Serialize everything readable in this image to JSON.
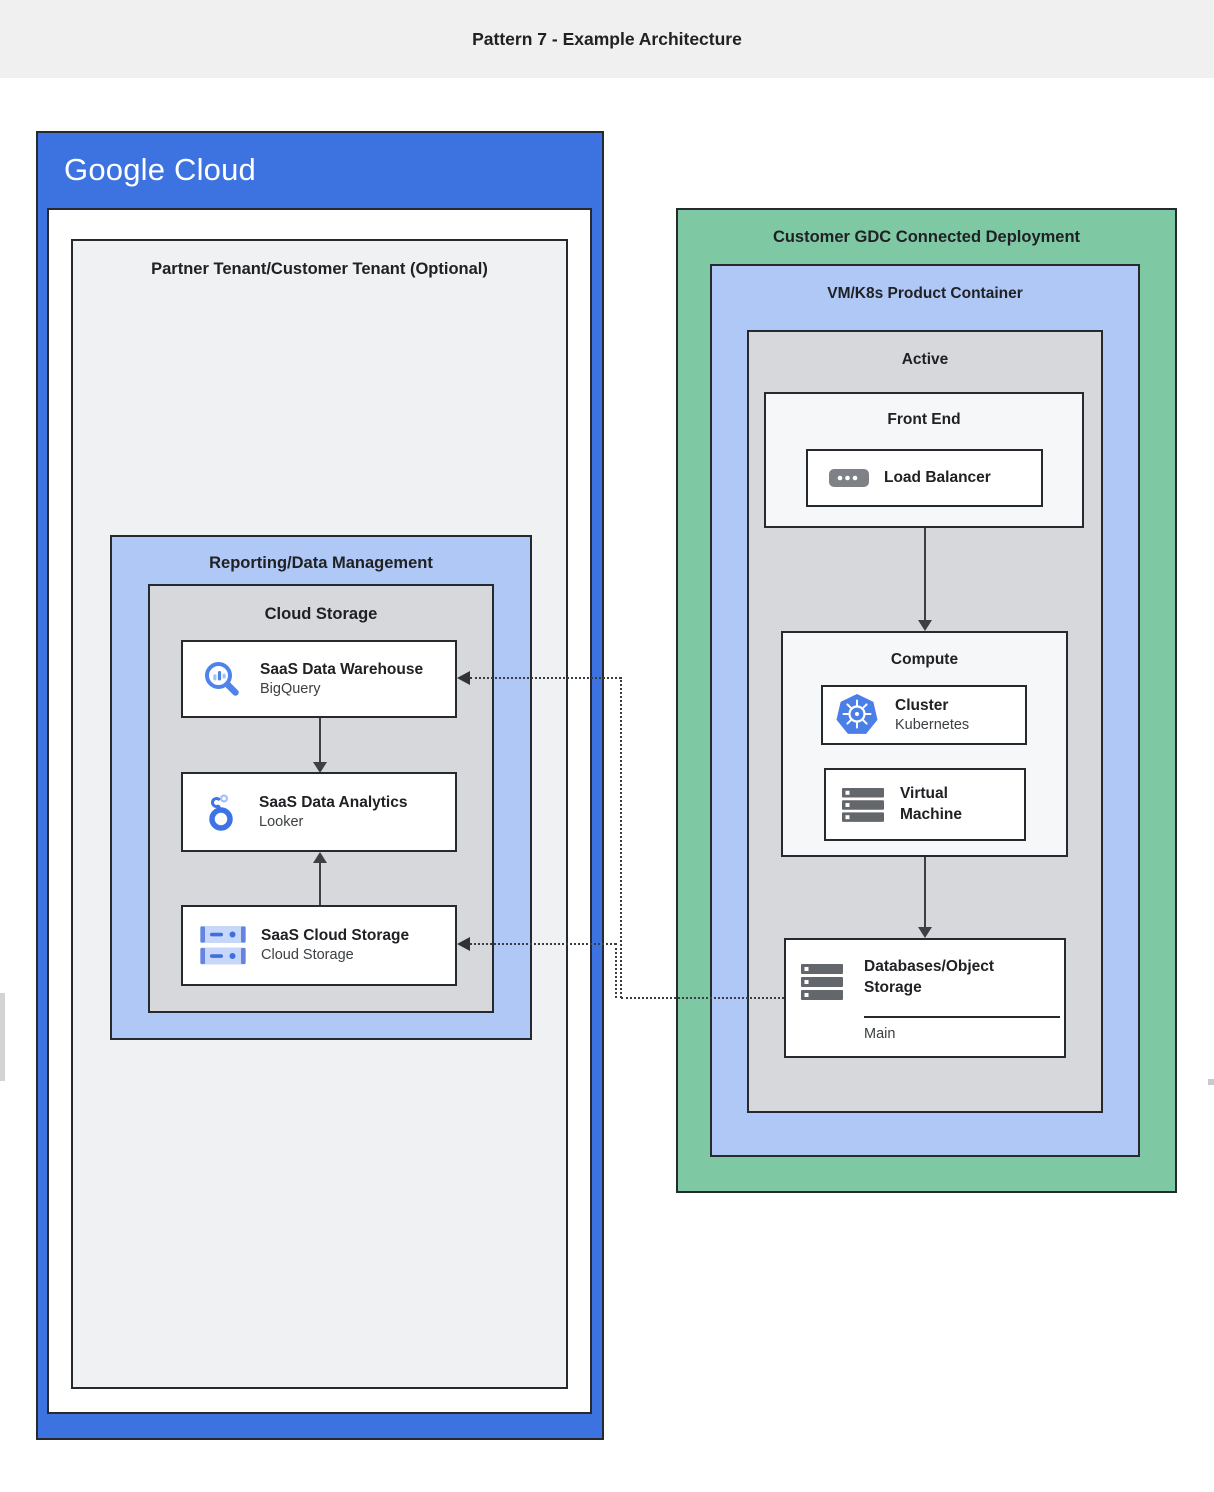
{
  "header": {
    "title": "Pattern 7 - Example Architecture"
  },
  "left": {
    "logo": "Google Cloud",
    "partner_title": "Partner Tenant/Customer Tenant (Optional)",
    "reporting_title": "Reporting/Data Management",
    "storage_group_title": "Cloud Storage",
    "cards": [
      {
        "title": "SaaS Data Warehouse",
        "subtitle": "BigQuery",
        "icon": "bigquery-icon"
      },
      {
        "title": "SaaS Data Analytics",
        "subtitle": "Looker",
        "icon": "looker-icon"
      },
      {
        "title": "SaaS Cloud Storage",
        "subtitle": "Cloud Storage",
        "icon": "cloud-storage-icon"
      }
    ]
  },
  "right": {
    "title": "Customer GDC Connected Deployment",
    "container_title": "VM/K8s Product Container",
    "active_title": "Active",
    "front_end": {
      "title": "Front End",
      "card": {
        "title": "Load Balancer",
        "icon": "load-balancer-icon"
      }
    },
    "compute": {
      "title": "Compute",
      "cards": [
        {
          "title": "Cluster",
          "subtitle": "Kubernetes",
          "icon": "kubernetes-icon"
        },
        {
          "title": "Virtual Machine",
          "subtitle": "",
          "icon": "virtual-machine-icon"
        }
      ]
    },
    "database": {
      "title": "Databases/Object Storage",
      "label": "Main",
      "icon": "databases-icon"
    }
  },
  "colors": {
    "google_blue": "#3C73E0",
    "light_blue": "#AFC8F6",
    "green": "#7EC8A4",
    "gray_panel": "#D6D8DB",
    "light_gray_panel": "#F0F1F3",
    "inner_light_panel": "#F6F7F9",
    "border_dark": "#26292D",
    "icon_blue": "#4E83EC",
    "icon_gray": "#63676C",
    "header_bg": "#F0F0F1"
  }
}
